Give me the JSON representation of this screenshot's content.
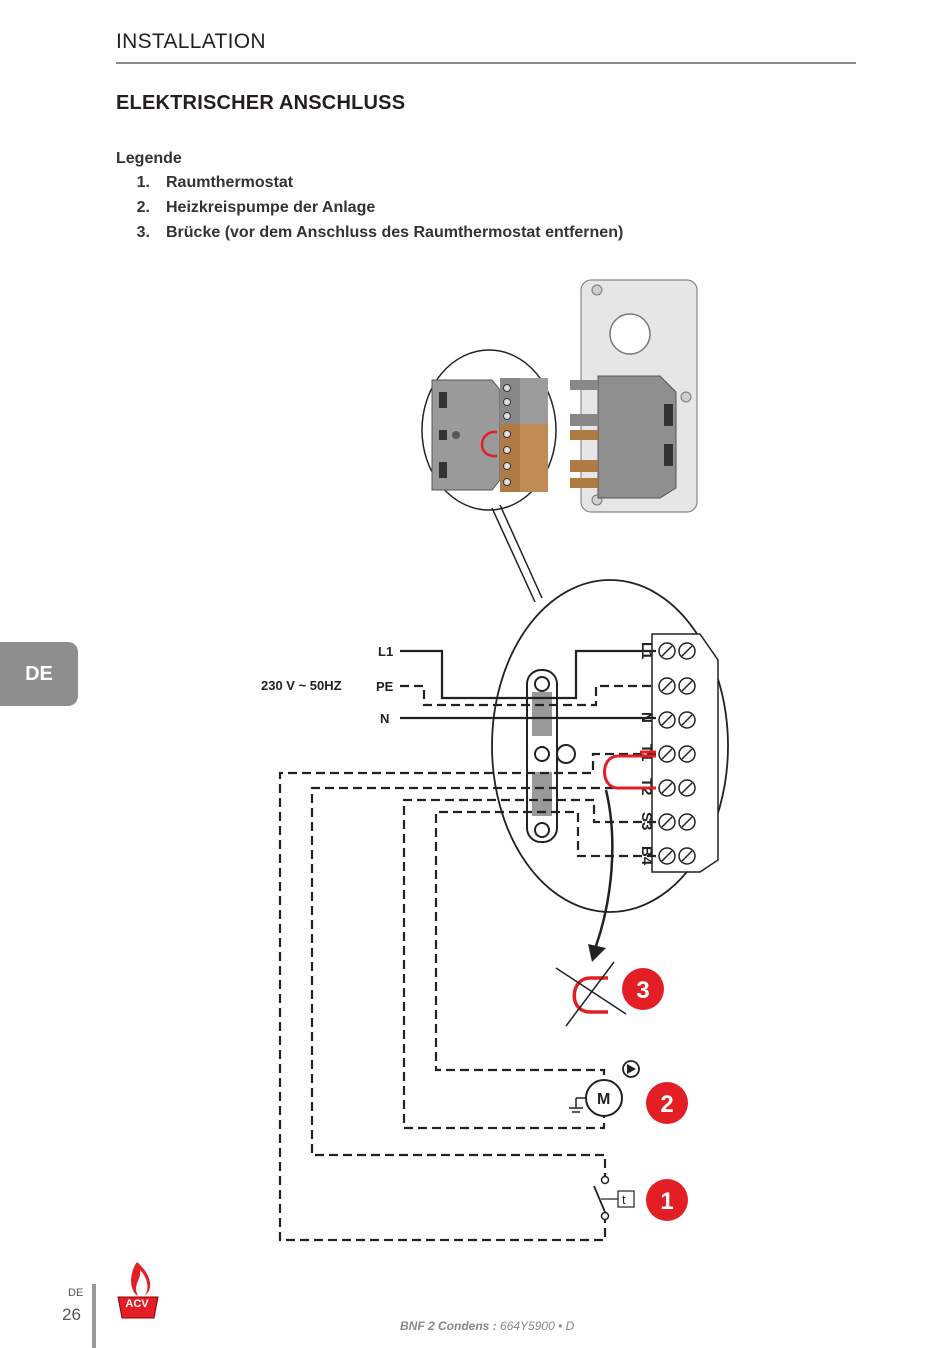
{
  "header": {
    "section": "INSTALLATION"
  },
  "title": "ELEKTRISCHER ANSCHLUSS",
  "legend": {
    "heading": "Legende",
    "items": [
      {
        "num": "1.",
        "label": "Raumthermostat"
      },
      {
        "num": "2.",
        "label": "Heizkreispumpe der Anlage"
      },
      {
        "num": "3.",
        "label": "Brücke (vor dem Anschluss des Raumthermostat entfernen)"
      }
    ]
  },
  "language_tab": "DE",
  "diagram": {
    "supply_label": "230 V ~ 50HZ",
    "wires": [
      "L1",
      "PE",
      "N"
    ],
    "terminals": [
      "L1",
      "N",
      "T1",
      "T2",
      "S3",
      "B4"
    ],
    "callouts": [
      "3",
      "2",
      "1"
    ],
    "motor_symbol": "M",
    "thermostat_symbol": "t",
    "colors": {
      "bridge": "#e31e24",
      "badge": "#e31e24",
      "wire": "#222222",
      "panel": "#e6e6e6"
    }
  },
  "footer": {
    "lang": "DE",
    "page": "26",
    "logo": "ACV",
    "doc_prefix": "BNF 2 Condens :",
    "doc_code": "664Y5900 • D"
  }
}
